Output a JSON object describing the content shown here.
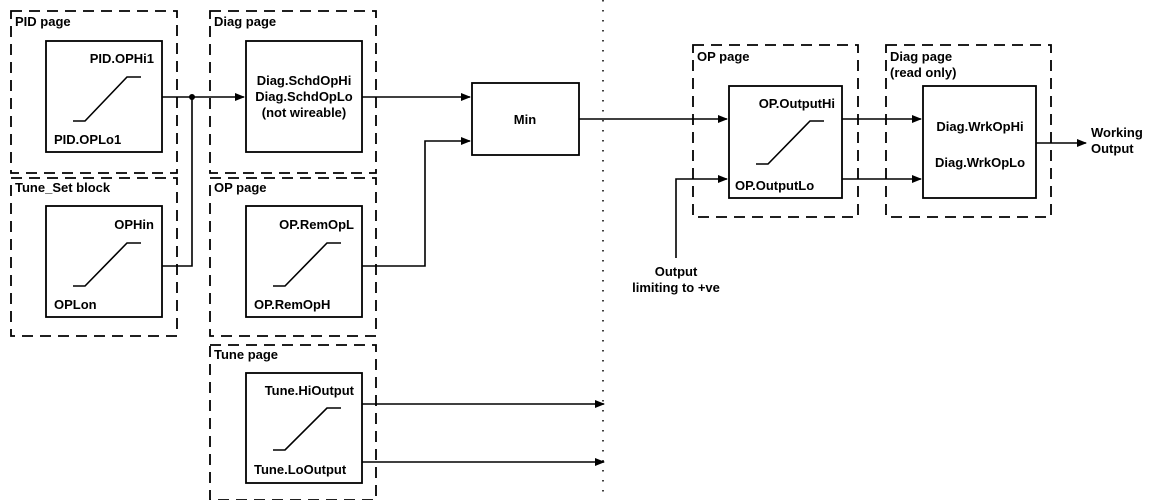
{
  "groups": {
    "pid_page": "PID page",
    "tune_set_block": "Tune_Set block",
    "diag_page": "Diag page",
    "op_page_left": "OP page",
    "tune_page": "Tune page",
    "op_page_right": "OP page",
    "diag_page_right_line1": "Diag page",
    "diag_page_right_line2": "(read only)"
  },
  "blocks": {
    "pid": {
      "hi": "PID.OPHi1",
      "lo": "PID.OPLo1"
    },
    "tune_set": {
      "hi": "OPHin",
      "lo": "OPLon"
    },
    "diag_sched": {
      "line1": "Diag.SchdOpHi",
      "line2": "Diag.SchdOpLo",
      "line3": "(not wireable)"
    },
    "op_remote": {
      "hi": "OP.RemOpL",
      "lo": "OP.RemOpH"
    },
    "tune": {
      "hi": "Tune.HiOutput",
      "lo": "Tune.LoOutput"
    },
    "min": {
      "label": "Min"
    },
    "op_output": {
      "hi": "OP.OutputHi",
      "lo": "OP.OutputLo"
    },
    "diag_working": {
      "hi": "Diag.WrkOpHi",
      "lo": "Diag.WrkOpLo"
    }
  },
  "annotations": {
    "output_limiting_line1": "Output",
    "output_limiting_line2": "limiting to +ve",
    "working_output_line1": "Working",
    "working_output_line2": "Output"
  }
}
